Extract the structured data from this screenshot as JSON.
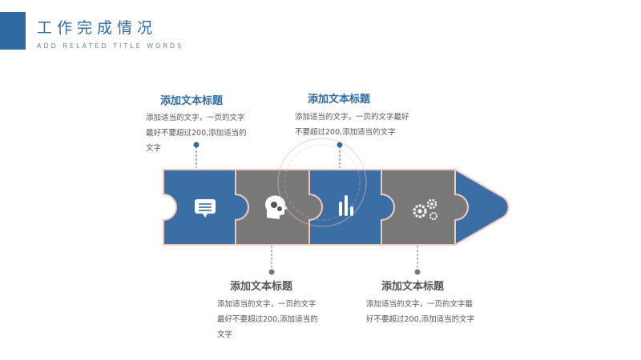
{
  "header": {
    "title": "工作完成情况",
    "subtitle": "ADD RELATED TITLE WORDS",
    "accent_color": "#2f6aa0"
  },
  "steps": [
    {
      "title": "添加文本标题",
      "desc": [
        "添加适当的文字，一页的文字",
        "最好不要超过200,添加适当的",
        "文字"
      ],
      "icon": "chat-bubble-icon",
      "color": "#3a6ea5",
      "position": "top"
    },
    {
      "title": "添加文本标题",
      "desc": [
        "添加适当的文字，一页的文字",
        "最好不要超过200,添加适当的",
        "文字"
      ],
      "icon": "head-gears-icon",
      "color": "#787878",
      "position": "bottom"
    },
    {
      "title": "添加文本标题",
      "desc": [
        "添加适当的文字，一页的文字最好",
        "不要超过200,添加适当的文字"
      ],
      "icon": "bar-chart-icon",
      "color": "#3a6ea5",
      "position": "top"
    },
    {
      "title": "添加文本标题",
      "desc": [
        "添加适当的文字，一页的文字最",
        "好不要超过200,添加适当的文字"
      ],
      "icon": "gears-icon",
      "color": "#787878",
      "position": "bottom"
    }
  ],
  "arrow_head_color": "#3a6ea5",
  "outline_color": "#f0c8c0"
}
